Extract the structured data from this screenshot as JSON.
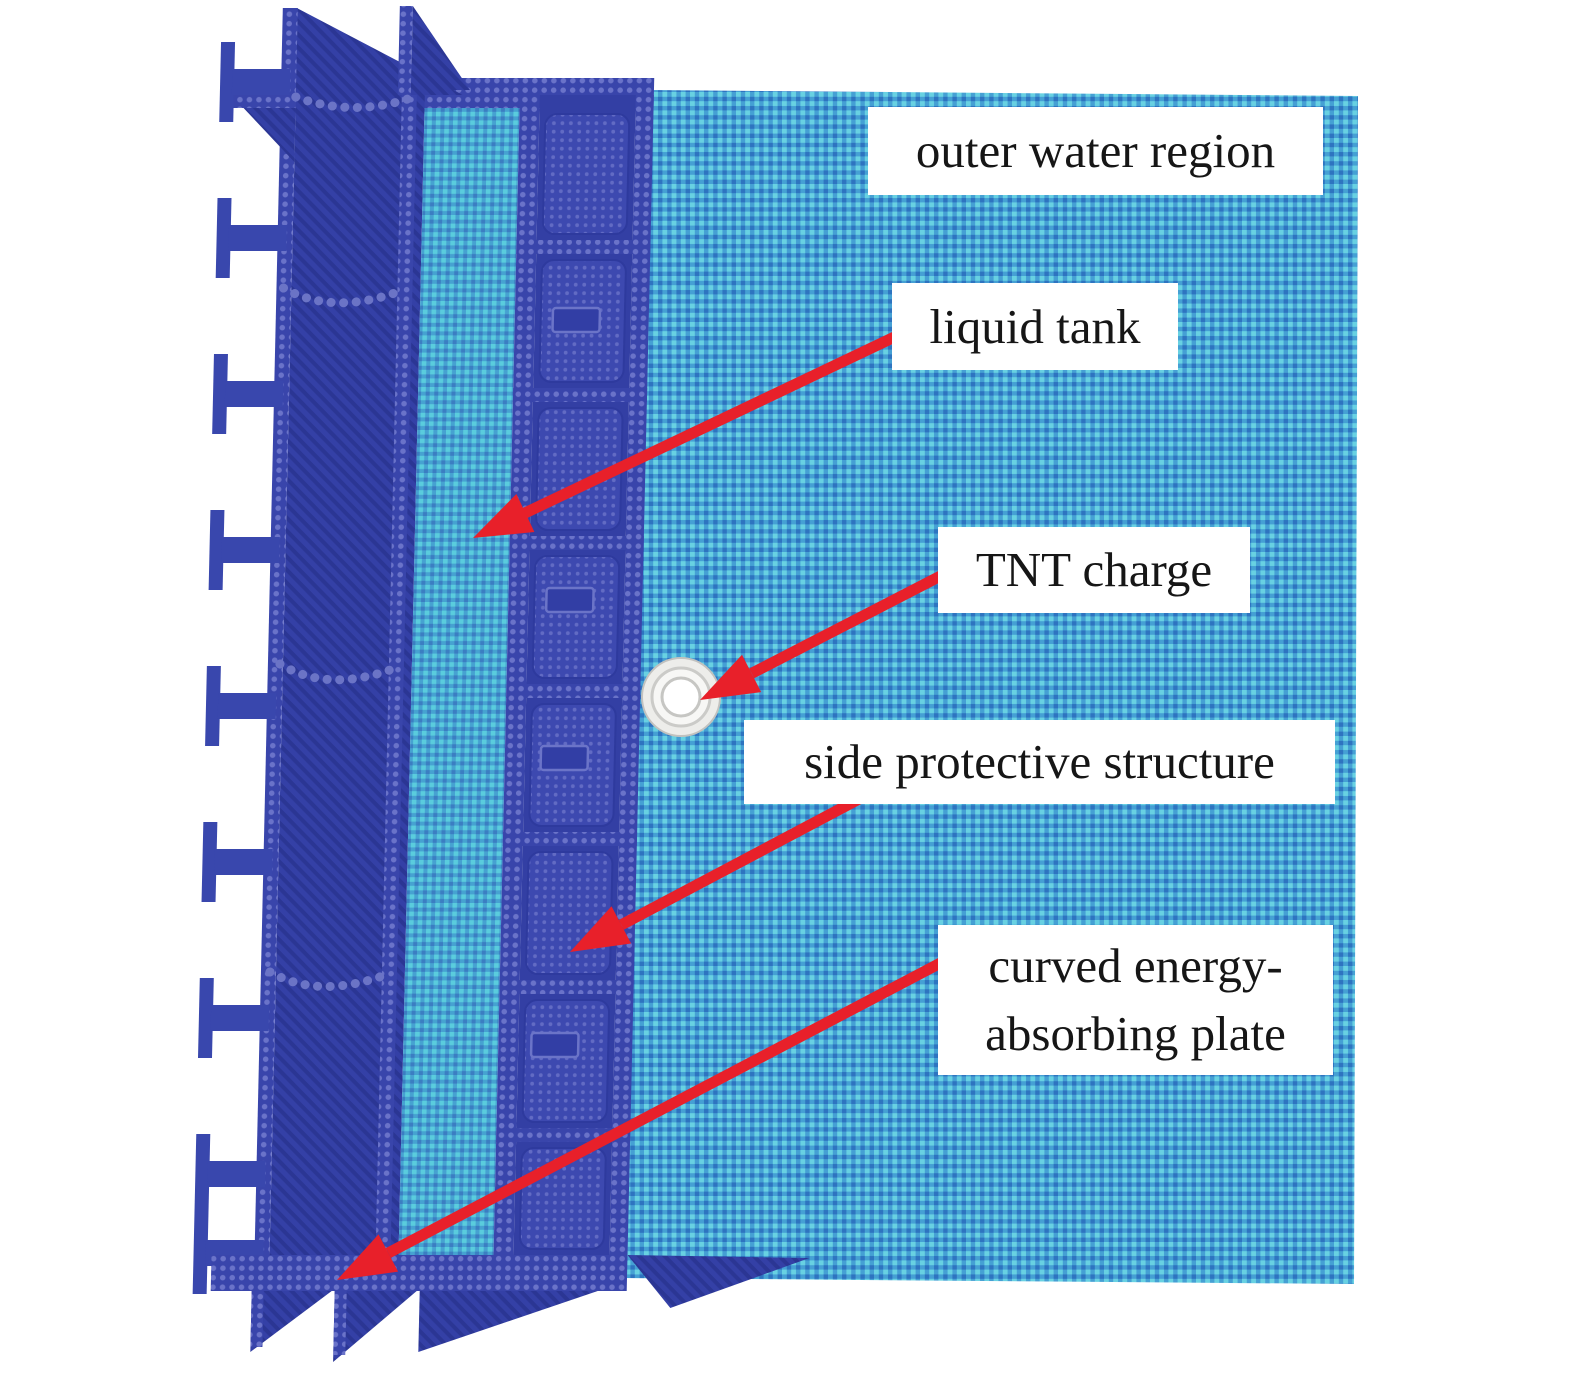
{
  "figure": {
    "type": "finite-element-model-annotation",
    "labels": [
      {
        "id": "outer-water-region",
        "text": "outer water region"
      },
      {
        "id": "liquid-tank",
        "text": "liquid tank"
      },
      {
        "id": "tnt-charge",
        "text": "TNT charge"
      },
      {
        "id": "side-protective-structure",
        "text": "side protective structure"
      },
      {
        "id": "curved-energy-absorbing-plate",
        "text": "curved energy-absorbing plate"
      }
    ],
    "colors": {
      "background": "#ffffff",
      "water_mesh_light": "#68d1e2",
      "water_mesh_line": "#429bd3",
      "water_mesh_node": "#2e74c0",
      "tank_mesh_light": "#5accdd",
      "structure_dark_blue": "#3541a8",
      "structure_hatch": "#2b3694",
      "structure_node_dot": "#6a73c9",
      "arrow_red": "#e8202a",
      "tnt_charge_fill": "#f1f1ee",
      "label_background": "#ffffff",
      "label_text": "#161616"
    }
  }
}
